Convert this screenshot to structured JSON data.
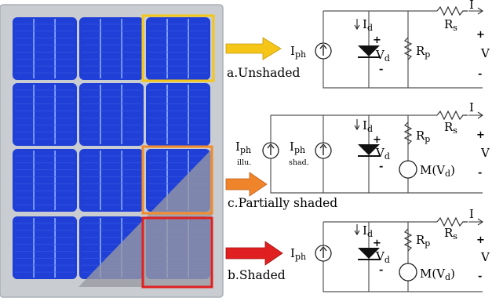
{
  "panel": {
    "frame_color": "#c9cdd1",
    "cell_color": "#1f3fd6",
    "cell_line_color": "#8fb0ff",
    "shade_color": "#8f8f96",
    "highlight_unshaded": "#f5c518",
    "highlight_partial": "#f08a2c",
    "highlight_shaded": "#e02020"
  },
  "arrows": {
    "unshaded_color": "#f5c518",
    "partial_color": "#f0842a",
    "shaded_color": "#e02020"
  },
  "circuits": {
    "unshaded": {
      "caption": "a.Unshaded",
      "iph": "I",
      "iph_sub": "ph",
      "id": "I",
      "id_sub": "d",
      "vd": "V",
      "vd_sub": "d",
      "rp": "R",
      "rp_sub": "p",
      "rs": "R",
      "rs_sub": "s",
      "i_out": "I",
      "v_out": "V",
      "plus": "+",
      "minus": "-"
    },
    "partial": {
      "caption": "c.Partially shaded",
      "iph1": "I",
      "iph1_sub": "ph",
      "iph1_note": "illu.",
      "iph2": "I",
      "iph2_sub": "ph",
      "iph2_note": "shad.",
      "id": "I",
      "id_sub": "d",
      "vd": "V",
      "vd_sub": "d",
      "rp": "R",
      "rp_sub": "p",
      "rs": "R",
      "rs_sub": "s",
      "m": "M(V",
      "m_sub": "d",
      "m_close": ")",
      "i_out": "I",
      "v_out": "V",
      "plus": "+",
      "minus": "-"
    },
    "shaded": {
      "caption": "b.Shaded",
      "iph": "I",
      "iph_sub": "ph",
      "id": "I",
      "id_sub": "d",
      "vd": "V",
      "vd_sub": "d",
      "rp": "R",
      "rp_sub": "p",
      "rs": "R",
      "rs_sub": "s",
      "m": "M(V",
      "m_sub": "d",
      "m_close": ")",
      "i_out": "I",
      "v_out": "V",
      "plus": "+",
      "minus": "-"
    }
  }
}
